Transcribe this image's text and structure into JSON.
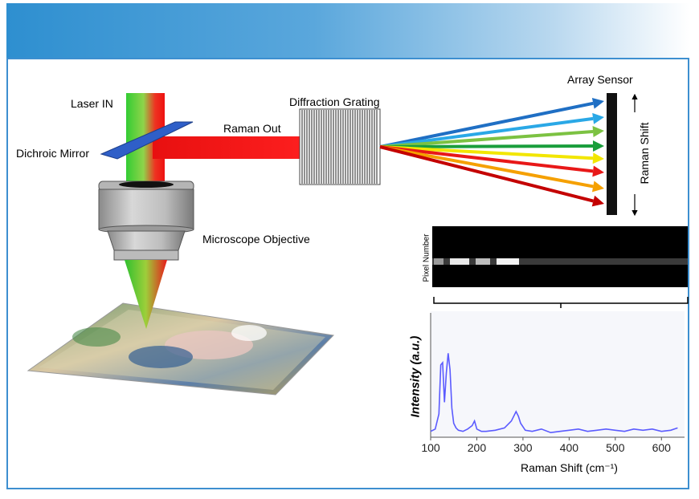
{
  "labels": {
    "laser_in": "Laser IN",
    "raman_out": "Raman Out",
    "dichroic_mirror": "Dichroic Mirror",
    "diffraction_grating": "Diffraction Grating",
    "array_sensor": "Array Sensor",
    "raman_shift": "Raman Shift",
    "microscope_objective": "Microscope Objective",
    "pixel_number": "Pixel Number"
  },
  "colors": {
    "banner_start": "#2e8fd0",
    "frame_border": "#3d8fd0",
    "laser_green": "#33cc33",
    "raman_red": "#ee1111",
    "spectrum_line": "#5b5bff",
    "dispersed_rays": [
      "#1f6fc4",
      "#2aa8e6",
      "#7cc242",
      "#1a9e3c",
      "#f2e600",
      "#e81818",
      "#f5a000",
      "#c40000"
    ]
  },
  "chart_data": {
    "type": "line",
    "title": "",
    "xlabel": "Raman Shift (cm⁻¹)",
    "ylabel": "Intensity (a.u.)",
    "xlim": [
      100,
      650
    ],
    "xticks": [
      100,
      200,
      300,
      400,
      500,
      600
    ],
    "series": [
      {
        "x": [
          100,
          110,
          118,
          122,
          126,
          130,
          134,
          138,
          142,
          146,
          150,
          155,
          160,
          170,
          180,
          190,
          195,
          200,
          210,
          220,
          240,
          260,
          275,
          285,
          290,
          295,
          305,
          320,
          340,
          360,
          380,
          400,
          420,
          440,
          460,
          480,
          500,
          520,
          540,
          560,
          580,
          600,
          620,
          635
        ],
        "y": [
          0.05,
          0.07,
          0.2,
          0.62,
          0.64,
          0.3,
          0.55,
          0.72,
          0.58,
          0.25,
          0.12,
          0.08,
          0.06,
          0.05,
          0.07,
          0.1,
          0.14,
          0.07,
          0.05,
          0.05,
          0.06,
          0.08,
          0.14,
          0.22,
          0.18,
          0.12,
          0.06,
          0.05,
          0.07,
          0.04,
          0.05,
          0.06,
          0.07,
          0.05,
          0.06,
          0.07,
          0.06,
          0.05,
          0.07,
          0.06,
          0.07,
          0.05,
          0.06,
          0.08
        ]
      }
    ]
  }
}
